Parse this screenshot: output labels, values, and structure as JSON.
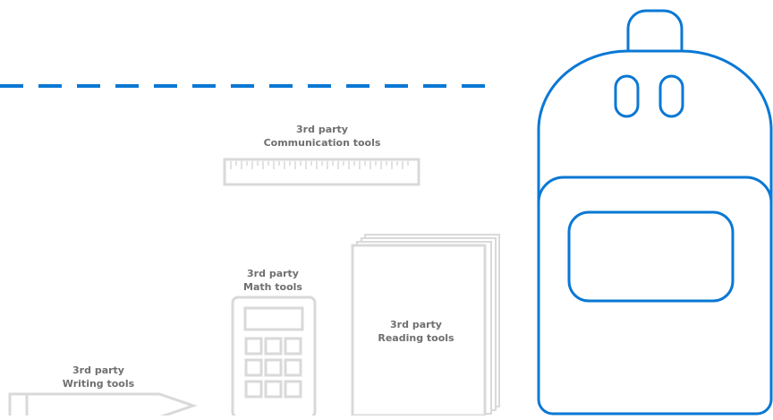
{
  "colors": {
    "accent": "#0a78d4",
    "tool_outline": "#d9d9d9",
    "label_text": "#6f6f6f"
  },
  "icons": {
    "backpack": "backpack-icon",
    "ruler": "ruler-icon",
    "calculator": "calculator-icon",
    "book": "book-icon",
    "pencil": "pencil-icon"
  },
  "tools": {
    "communication": {
      "line1": "3rd party",
      "line2": "Communication tools"
    },
    "math": {
      "line1": "3rd party",
      "line2": "Math tools"
    },
    "reading": {
      "line1": "3rd party",
      "line2": "Reading tools"
    },
    "writing": {
      "line1": "3rd party",
      "line2": "Writing tools"
    }
  }
}
